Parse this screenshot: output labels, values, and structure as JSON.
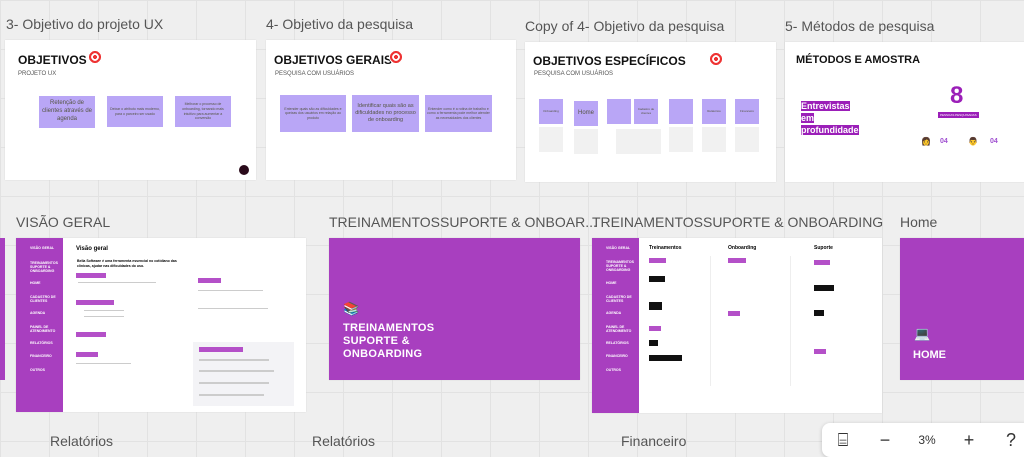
{
  "colors": {
    "accent": "#a83fbf",
    "sticky": "#b9a6f6"
  },
  "frames": {
    "f1": {
      "label": "3- Objetivo do projeto UX",
      "title": "OBJETIVOS",
      "subtitle": "PROJETO UX",
      "stickies": [
        "Retenção de clientes através de agenda",
        "Deixar o atributo mais moderno, para o parceiro ser usado",
        "Melhorar o processo de onboarding, tornando mais intuitivo para aumentar a conversão"
      ]
    },
    "f2": {
      "label": "4- Objetivo da pesquisa",
      "title": "OBJETIVOS GERAIS",
      "subtitle": "PESQUISA COM USUÁRIOS",
      "stickies": [
        "Entender quais são as dificuldades e queixas dos usuários em relação ao produto",
        "Identificar quais são as dificuldades no processo de onboarding",
        "Entender como é a rotina de trabalho e como a ferramenta pode melhor atender as necessidades dos clientes"
      ]
    },
    "f3": {
      "label": "Copy of 4- Objetivo da pesquisa",
      "title": "OBJETIVOS ESPECÍFICOS",
      "subtitle": "PESQUISA COM USUÁRIOS",
      "stickies": [
        "Onboarding",
        "Home",
        "",
        "Cadastro de clientes",
        "",
        "Relatórios",
        "Financeiro"
      ]
    },
    "f4": {
      "label": "5- Métodos de pesquisa",
      "title": "MÉTODOS E AMOSTRA",
      "method": "Entrevistas em profundidade",
      "count": "8",
      "count_caption": "PESSOAS PESQUISADAS",
      "groups": [
        {
          "icon": "woman-icon",
          "value": "04"
        },
        {
          "icon": "man-icon",
          "value": "04"
        }
      ]
    },
    "f5": {
      "label": "VISÃO GERAL",
      "heading": "Visão geral",
      "intro": "Bella Software é uma ferramenta essencial no cotidiano das clínicas, ajudar nas dificuldades do uso."
    },
    "f6": {
      "label": "TREINAMENTOSSUPORTE & ONBOAR...",
      "title": "TREINAMENTOS SUPORTE & ONBOARDING"
    },
    "f7": {
      "label": "TREINAMENTOSSUPORTE & ONBOARDING",
      "columns": [
        "Treinamentos",
        "Onboarding",
        "Suporte"
      ]
    },
    "f8": {
      "label": "Home",
      "title": "HOME"
    }
  },
  "sidebar_items": [
    "VISÃO GERAL",
    "TREINAMENTOS SUPORTE & ONBOARDING",
    "HOME",
    "CADASTRO DE CLIENTES",
    "AGENDA",
    "PAINEL DE ATENDIMENTO",
    "RELATÓRIOS",
    "FINANCEIRO",
    "OUTROS"
  ],
  "bottom_labels": [
    "Relatórios",
    "Relatórios",
    "Financeiro"
  ],
  "toolbar": {
    "zoom": "3%",
    "fit": "fit-icon",
    "minus": "minus-icon",
    "plus": "plus-icon",
    "help": "help-icon"
  }
}
